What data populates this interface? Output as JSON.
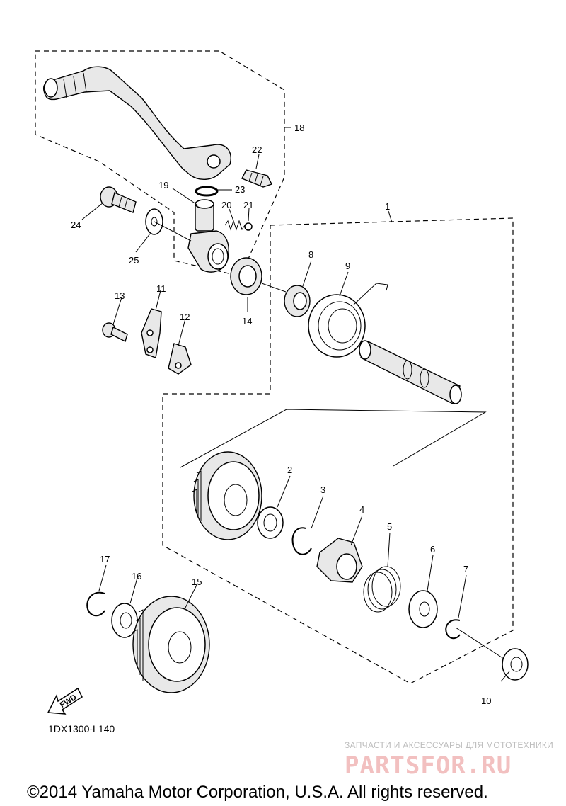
{
  "diagram": {
    "callouts": [
      {
        "id": "c1",
        "text": "1"
      },
      {
        "id": "c2",
        "text": "2"
      },
      {
        "id": "c3",
        "text": "3"
      },
      {
        "id": "c4",
        "text": "4"
      },
      {
        "id": "c5",
        "text": "5"
      },
      {
        "id": "c6",
        "text": "6"
      },
      {
        "id": "c7",
        "text": "7"
      },
      {
        "id": "c8",
        "text": "8"
      },
      {
        "id": "c9",
        "text": "9"
      },
      {
        "id": "c10",
        "text": "10"
      },
      {
        "id": "c11",
        "text": "11"
      },
      {
        "id": "c12",
        "text": "12"
      },
      {
        "id": "c13",
        "text": "13"
      },
      {
        "id": "c14",
        "text": "14"
      },
      {
        "id": "c15",
        "text": "15"
      },
      {
        "id": "c16",
        "text": "16"
      },
      {
        "id": "c17",
        "text": "17"
      },
      {
        "id": "c18",
        "text": "18"
      },
      {
        "id": "c19",
        "text": "19"
      },
      {
        "id": "c20",
        "text": "20"
      },
      {
        "id": "c21",
        "text": "21"
      },
      {
        "id": "c22",
        "text": "22"
      },
      {
        "id": "c23",
        "text": "23"
      },
      {
        "id": "c24",
        "text": "24"
      },
      {
        "id": "c25",
        "text": "25"
      }
    ],
    "fwd_label": "FWD",
    "diagram_code": "1DX1300-L140"
  },
  "watermark": {
    "tagline": "ЗАПЧАСТИ И АКСЕССУАРЫ ДЛЯ МОТОТЕХНИКИ",
    "brand": "PARTSFOR.RU"
  },
  "footer": {
    "copyright": "©2014 Yamaha Motor Corporation, U.S.A. All rights reserved."
  }
}
